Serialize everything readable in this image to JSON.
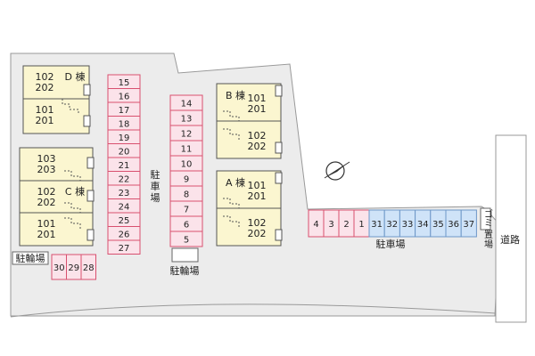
{
  "buildings": {
    "D": {
      "mark": "D 棟",
      "upper_units": [
        "102",
        "202"
      ],
      "lower_units": [
        "101",
        "201"
      ]
    },
    "C": {
      "mark": "C 棟",
      "units": [
        [
          "103",
          "203"
        ],
        [
          "102",
          "202"
        ],
        [
          "101",
          "201"
        ]
      ]
    },
    "B": {
      "mark": "B 棟",
      "units": [
        [
          "101",
          "201"
        ],
        [
          "102",
          "202"
        ]
      ]
    },
    "A": {
      "mark": "A 棟",
      "units": [
        [
          "101",
          "201"
        ],
        [
          "102",
          "202"
        ]
      ]
    }
  },
  "parking": {
    "left_column": [
      "15",
      "16",
      "17",
      "18",
      "19",
      "20",
      "21",
      "22",
      "23",
      "24",
      "25",
      "26",
      "27"
    ],
    "center_column": [
      "14",
      "13",
      "12",
      "11",
      "10",
      "9",
      "8",
      "7",
      "6",
      "5"
    ],
    "center_label_chars": [
      "駐",
      "車",
      "場"
    ],
    "bottom_red": [
      "4",
      "3",
      "2",
      "1"
    ],
    "bottom_blue": [
      "31",
      "32",
      "33",
      "34",
      "35",
      "36",
      "37"
    ],
    "bottom_label": "駐車場"
  },
  "bicycle": {
    "left_label": "駐輪場",
    "left_slots": [
      "30",
      "29",
      "28"
    ],
    "center_label": "駐輪場"
  },
  "garbage": {
    "label_chars": [
      "ゴ",
      "ミ",
      "置",
      "場"
    ]
  },
  "road": {
    "label": "道路"
  }
}
